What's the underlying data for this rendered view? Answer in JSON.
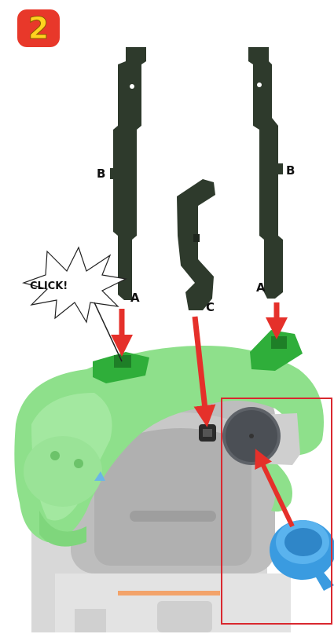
{
  "step": {
    "number": "2"
  },
  "labels": {
    "left_part_b": "B",
    "left_part_a": "A",
    "middle_part_c": "C",
    "right_part_b": "B",
    "right_part_a": "A",
    "click": "CLICK!"
  },
  "colors": {
    "badge_bg": "#e8382a",
    "badge_text": "#ffd21f",
    "arrow": "#e5302a",
    "track_piece": "#2e3a2c",
    "croc_green": "#8ee08b",
    "clip_green": "#2fae3a",
    "base_gray": "#b9b9b9",
    "cup_blue": "#3a9be0",
    "highlight_border": "#d9282f"
  }
}
